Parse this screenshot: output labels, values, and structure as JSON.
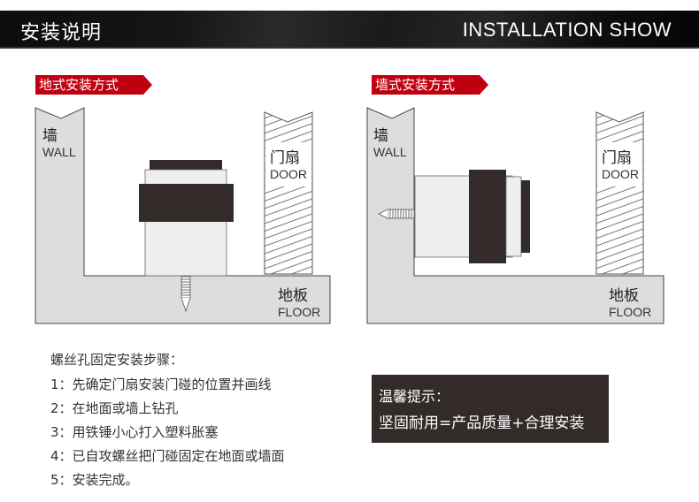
{
  "header": {
    "title_cn": "安装说明",
    "title_en": "INSTALLATION SHOW"
  },
  "diagrams": [
    {
      "tag": "地式安装方式",
      "wall": {
        "cn": "墙",
        "en": "WALL"
      },
      "door": {
        "cn": "门扇",
        "en": "DOOR"
      },
      "floor": {
        "cn": "地板",
        "en": "FLOOR"
      }
    },
    {
      "tag": "墙式安装方式",
      "wall": {
        "cn": "墙",
        "en": "WALL"
      },
      "door": {
        "cn": "门扇",
        "en": "DOOR"
      },
      "floor": {
        "cn": "地板",
        "en": "FLOOR"
      }
    }
  ],
  "steps": {
    "title": "螺丝孔固定安装步骤：",
    "items": [
      "1：先确定门扇安装门碰的位置并画线",
      "2：在地面或墙上钻孔",
      "3：用铁锤小心打入塑料胀塞",
      "4：已自攻螺丝把门碰固定在地面或墙面",
      "5：安装完成。"
    ]
  },
  "tip": {
    "title": "温馨提示：",
    "text": "坚固耐用=产品质量+合理安装"
  },
  "colors": {
    "accent_red": "#c00010",
    "stopper_dark": "#332b29",
    "wall_fill": "#dcdddd"
  }
}
